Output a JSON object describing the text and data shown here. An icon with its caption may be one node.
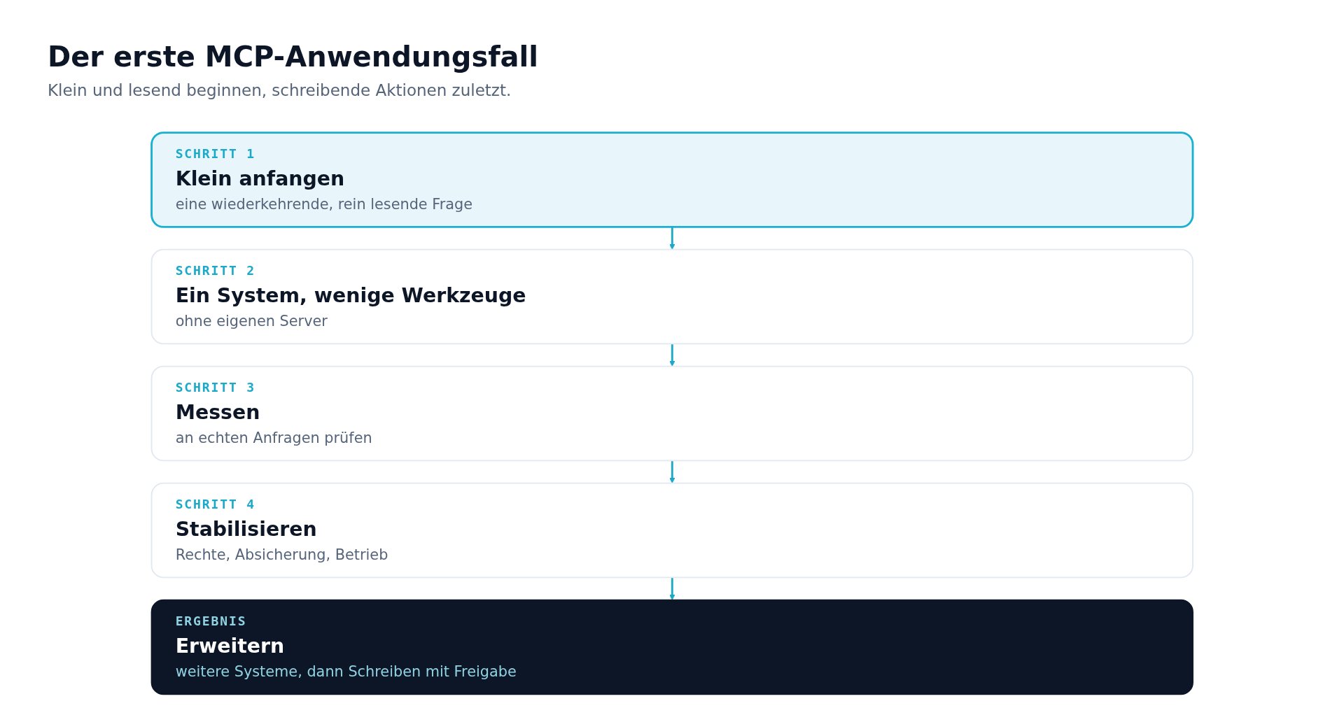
{
  "diagram": {
    "title": "Der erste MCP-Anwendungsfall",
    "nodes": [
      {
        "text": [
          "SCHRITT 1",
          "Klein anfangen",
          "eine wiederkehrende, rein lesende Frage"
        ]
      },
      {
        "text": [
          "SCHRITT 2",
          "Ein System, wenige Werkzeuge",
          "ohne eigenen Server"
        ]
      },
      {
        "text": [
          "SCHRITT 3",
          "Messen",
          "an echten Anfragen prüfen"
        ]
      },
      {
        "text": [
          "SCHRITT 4",
          "Stabilisieren",
          "Rechte, Absicherung, Betrieb"
        ]
      },
      {
        "text": [
          "ERGEBNIS",
          "Erweitern",
          "weitere Systeme, dann Schreiben mit Freigabe"
        ]
      }
    ],
    "edges": [
      {
        "from": 0,
        "to": 1,
        "arrow": "to"
      },
      {
        "from": 1,
        "to": 2,
        "arrow": "to"
      },
      {
        "from": 2,
        "to": 3,
        "arrow": "to"
      },
      {
        "from": 3,
        "to": 4,
        "arrow": "to"
      }
    ],
    "labels": [
      "Klein und lesend beginnen, schreibende Aktionen zuletzt."
    ]
  }
}
